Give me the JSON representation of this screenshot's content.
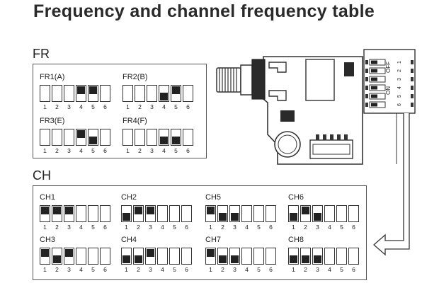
{
  "title": "Frequency and channel frequency table",
  "sections": {
    "fr_label": "FR",
    "ch_label": "CH"
  },
  "fr_groups": [
    {
      "name": "FR1(A)",
      "states": [
        "off",
        "off",
        "off",
        "up",
        "up",
        "off"
      ]
    },
    {
      "name": "FR2(B)",
      "states": [
        "off",
        "off",
        "off",
        "down",
        "up",
        "off"
      ]
    },
    {
      "name": "FR3(E)",
      "states": [
        "off",
        "off",
        "off",
        "up",
        "down",
        "off"
      ]
    },
    {
      "name": "FR4(F)",
      "states": [
        "off",
        "off",
        "off",
        "down",
        "down",
        "off"
      ]
    }
  ],
  "ch_groups": [
    {
      "name": "CH1",
      "states": [
        "up",
        "up",
        "up",
        "off",
        "off",
        "off"
      ]
    },
    {
      "name": "CH2",
      "states": [
        "down",
        "up",
        "up",
        "off",
        "off",
        "off"
      ]
    },
    {
      "name": "CH5",
      "states": [
        "up",
        "down",
        "down",
        "off",
        "off",
        "off"
      ]
    },
    {
      "name": "CH6",
      "states": [
        "down",
        "up",
        "down",
        "off",
        "off",
        "off"
      ]
    },
    {
      "name": "CH3",
      "states": [
        "up",
        "down",
        "up",
        "off",
        "off",
        "off"
      ]
    },
    {
      "name": "CH4",
      "states": [
        "down",
        "down",
        "up",
        "off",
        "off",
        "off"
      ]
    },
    {
      "name": "CH7",
      "states": [
        "up",
        "down",
        "down",
        "off",
        "off",
        "off"
      ]
    },
    {
      "name": "CH8",
      "states": [
        "down",
        "down",
        "down",
        "off",
        "off",
        "off"
      ]
    }
  ],
  "switch_numbers": [
    "1",
    "2",
    "3",
    "4",
    "5",
    "6"
  ],
  "board": {
    "on_label": "ON",
    "off_label": "OFF",
    "dip_numbers": [
      "1",
      "2",
      "3",
      "4",
      "5",
      "6"
    ]
  },
  "colors": {
    "knob": "#222222",
    "line": "#333333"
  }
}
